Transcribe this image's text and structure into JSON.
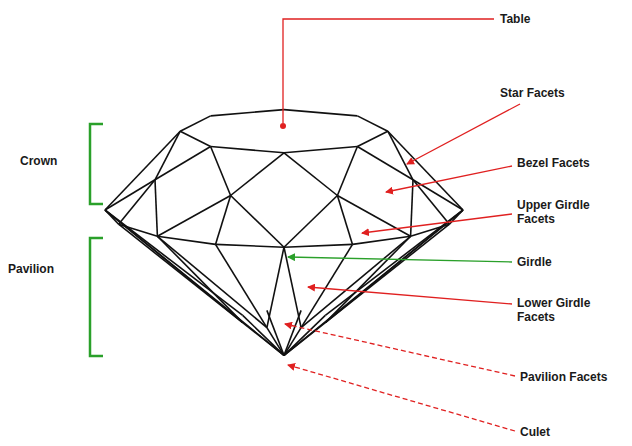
{
  "diagram": {
    "labels": [
      "Table",
      "Star Facets",
      "Crown",
      "Bezel Facets",
      "Upper Girdle Facets",
      "Girdle",
      "Pavilion",
      "Lower Girdle Facets",
      "Pavilion Facets",
      "Culet"
    ]
  }
}
